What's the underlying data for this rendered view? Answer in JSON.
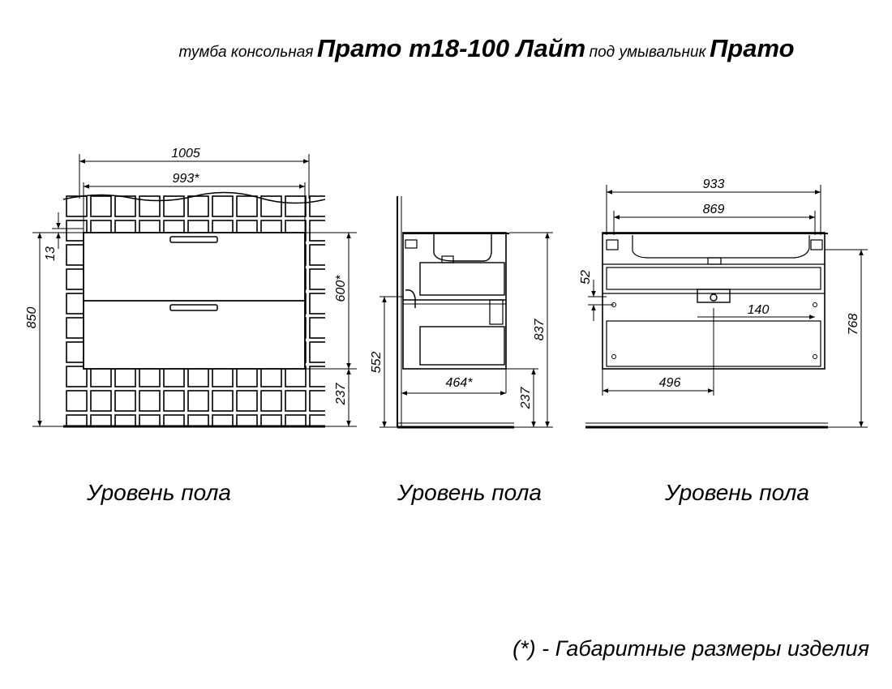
{
  "title": {
    "prefix": "тумба консольная",
    "name": "Прато т18-100 Лайт",
    "middle": "под умывальник",
    "sink": "Прато"
  },
  "front_view": {
    "width_overall": "1005",
    "width_body": "993*",
    "top_gap": "13",
    "height_total": "850",
    "height_body": "600*",
    "height_floor": "237"
  },
  "side_view": {
    "height_mount": "552",
    "depth": "464*",
    "height_top": "837",
    "height_floor": "237"
  },
  "back_view": {
    "width_outer": "933",
    "width_inner": "869",
    "offset_52": "52",
    "pipe_140": "140",
    "offset_496": "496",
    "height_768": "768"
  },
  "floor_label": "Уровень пола",
  "footnote": "(*) - Габаритные размеры изделия"
}
